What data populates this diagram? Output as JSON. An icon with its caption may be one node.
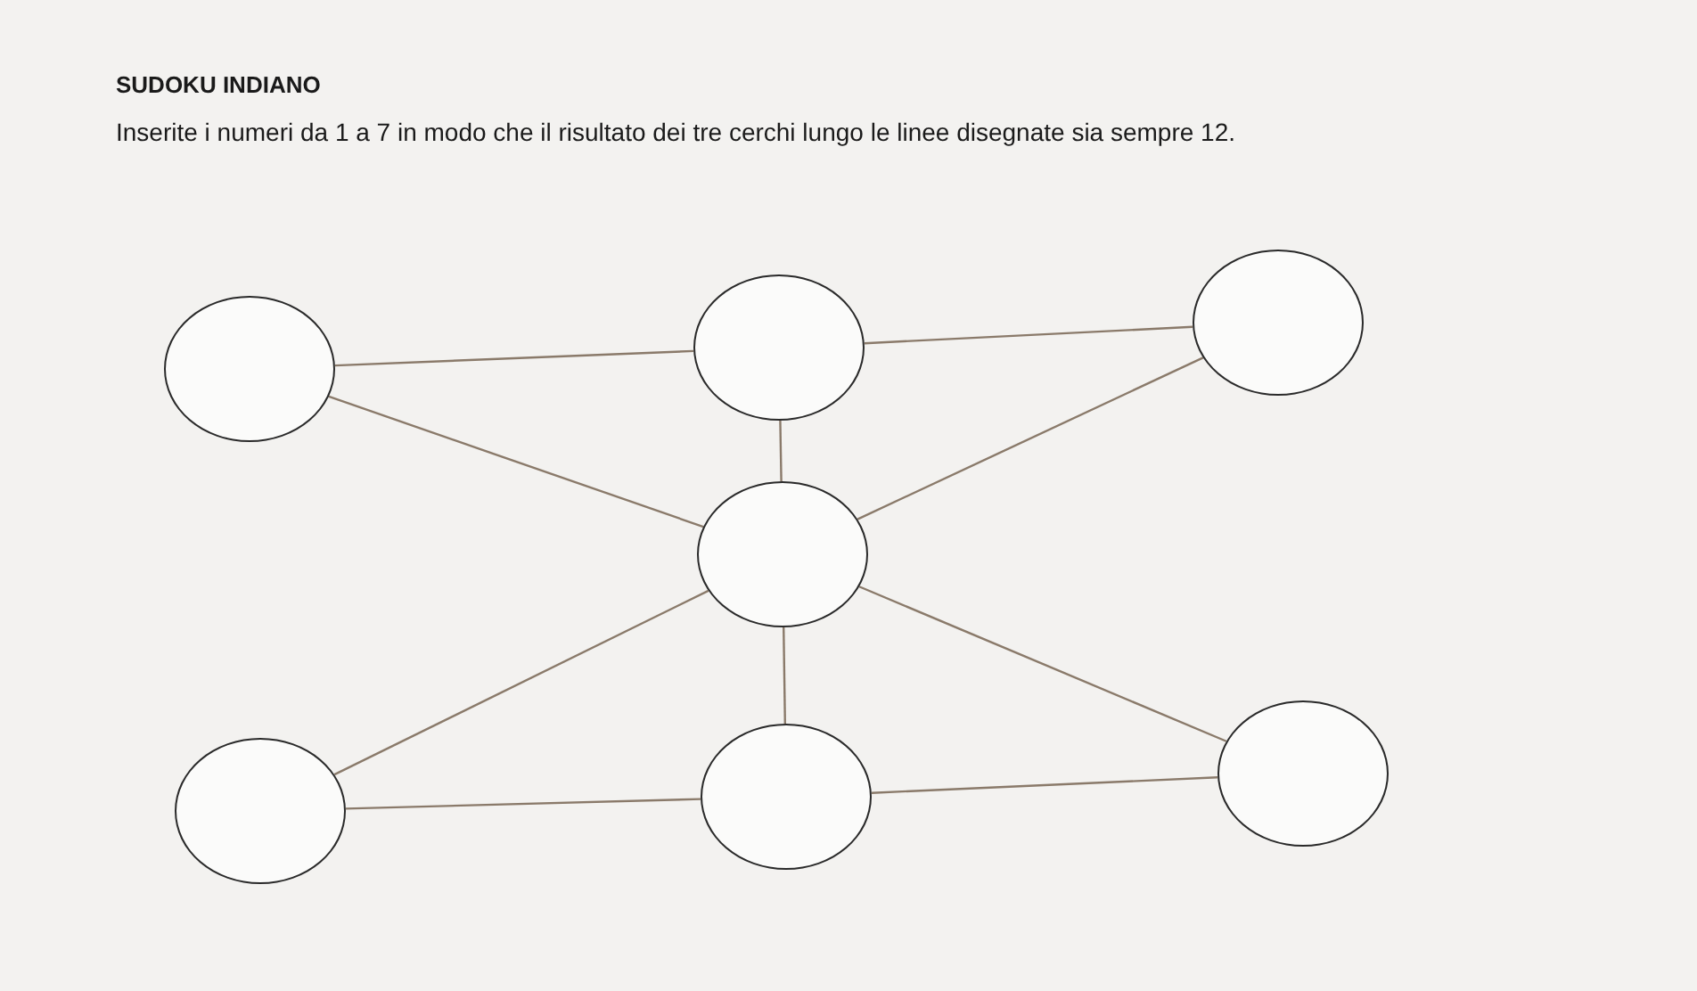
{
  "diagram": {
    "title": "SUDOKU INDIANO",
    "nodes": [
      {
        "text": [],
        "shape": "circle"
      },
      {
        "text": [],
        "shape": "circle"
      },
      {
        "text": [],
        "shape": "circle"
      },
      {
        "text": [],
        "shape": "circle"
      },
      {
        "text": [],
        "shape": "circle"
      },
      {
        "text": [],
        "shape": "circle"
      },
      {
        "text": [],
        "shape": "circle"
      }
    ],
    "edges": [
      {
        "from": 0,
        "to": 1,
        "arrow": "none"
      },
      {
        "from": 1,
        "to": 2,
        "arrow": "none"
      },
      {
        "from": 0,
        "to": 3,
        "arrow": "none"
      },
      {
        "from": 1,
        "to": 3,
        "arrow": "none"
      },
      {
        "from": 2,
        "to": 3,
        "arrow": "none"
      },
      {
        "from": 3,
        "to": 4,
        "arrow": "none"
      },
      {
        "from": 3,
        "to": 5,
        "arrow": "none"
      },
      {
        "from": 3,
        "to": 6,
        "arrow": "none"
      },
      {
        "from": 4,
        "to": 5,
        "arrow": "none"
      },
      {
        "from": 5,
        "to": 6,
        "arrow": "none"
      }
    ],
    "labels": [
      "Inserite i numeri da 1 a 7 in modo che il risultato dei tre cerchi lungo le linee disegnate sia sempre 12."
    ]
  }
}
